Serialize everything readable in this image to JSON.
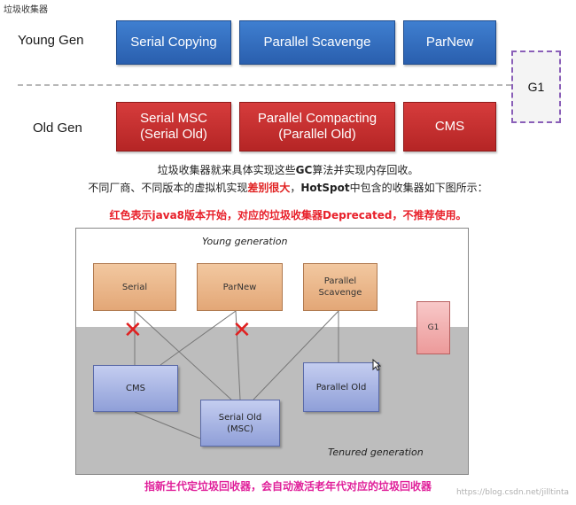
{
  "page_label": "垃圾收集器",
  "top": {
    "young_label": "Young Gen",
    "old_label": "Old Gen",
    "young_boxes": [
      "Serial Copying",
      "Parallel Scavenge",
      "ParNew"
    ],
    "old_boxes": [
      "Serial MSC\n(Serial Old)",
      "Parallel Compacting\n(Parallel Old)",
      "CMS"
    ],
    "g1": "G1"
  },
  "description": {
    "line1_pre": "垃圾收集器就来具体实现这些",
    "line1_bold": "GC",
    "line1_post": "算法并实现内存回收。",
    "line2_pre": "不同厂商、不同版本的虚拟机实现",
    "line2_diff": "差别很大",
    "line2_mid": "，",
    "line2_bold": "HotSpot",
    "line2_post": "中包含的收集器如下图所示："
  },
  "warning": "红色表示java8版本开始，对应的垃圾收集器Deprecated，不推荐使用。",
  "diagram": {
    "young_title": "Young generation",
    "tenured_title": "Tenured generation",
    "young_boxes": [
      "Serial",
      "ParNew",
      "Parallel\nScavenge"
    ],
    "old_boxes": [
      "CMS",
      "Serial Old\n(MSC)",
      "Parallel Old"
    ],
    "g1": "G1",
    "cross_mark": "✕",
    "cursor_icon": "cursor-arrow-icon"
  },
  "caption": "指新生代定垃圾回收器，会自动激活老年代对应的垃圾回收器",
  "watermark": "https://blog.csdn.net/jilltinta",
  "colors": {
    "blue_box": "#2a5fae",
    "red_box": "#b52525",
    "g1_border": "#8a5fb8",
    "warning_red": "#e8202a",
    "caption_pink": "#e0209a",
    "tenured_gray": "#bdbdbd",
    "young_orange": "#e3a777",
    "old_blue": "#8f9fd8",
    "g1_pink": "#ec9a9a",
    "cross_red": "#e02020"
  }
}
